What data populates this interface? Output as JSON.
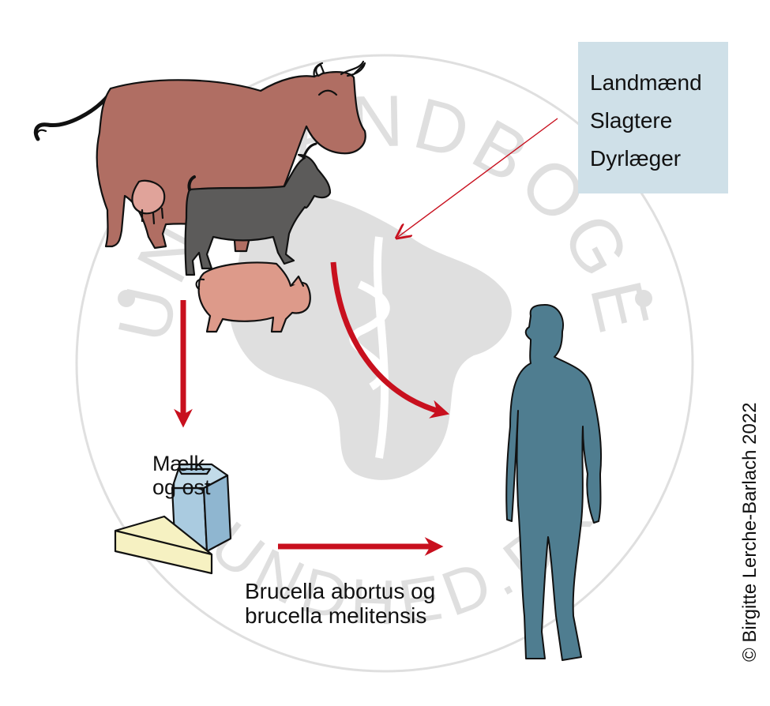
{
  "watermark": {
    "top_text": "SUNDHÅNDBOGEN",
    "bottom_text": "SUNDHED.DK"
  },
  "occupations": {
    "items": [
      "Landmænd",
      "Slagtere",
      "Dyrlæger"
    ],
    "box_color": "#cfe0e8"
  },
  "animals": {
    "cow": "cow-icon",
    "goat": "goat-icon",
    "pig": "pig-icon"
  },
  "food": {
    "lines": [
      "Mælk",
      "og ost"
    ],
    "items": [
      "milk-carton-icon",
      "cheese-icon"
    ]
  },
  "pathogen": {
    "lines": [
      "Brucella abortus og",
      "brucella melitensis"
    ]
  },
  "human": "human-figure-icon",
  "copyright": "© Birgitte Lerche-Barlach 2022",
  "colors": {
    "arrow": "#c8101e",
    "cow": "#b06e63",
    "goat": "#5c5b5a",
    "pig": "#dd9a8a",
    "human": "#4f7d90",
    "milk": "#aacbe0",
    "cheese": "#f6f1c2"
  }
}
